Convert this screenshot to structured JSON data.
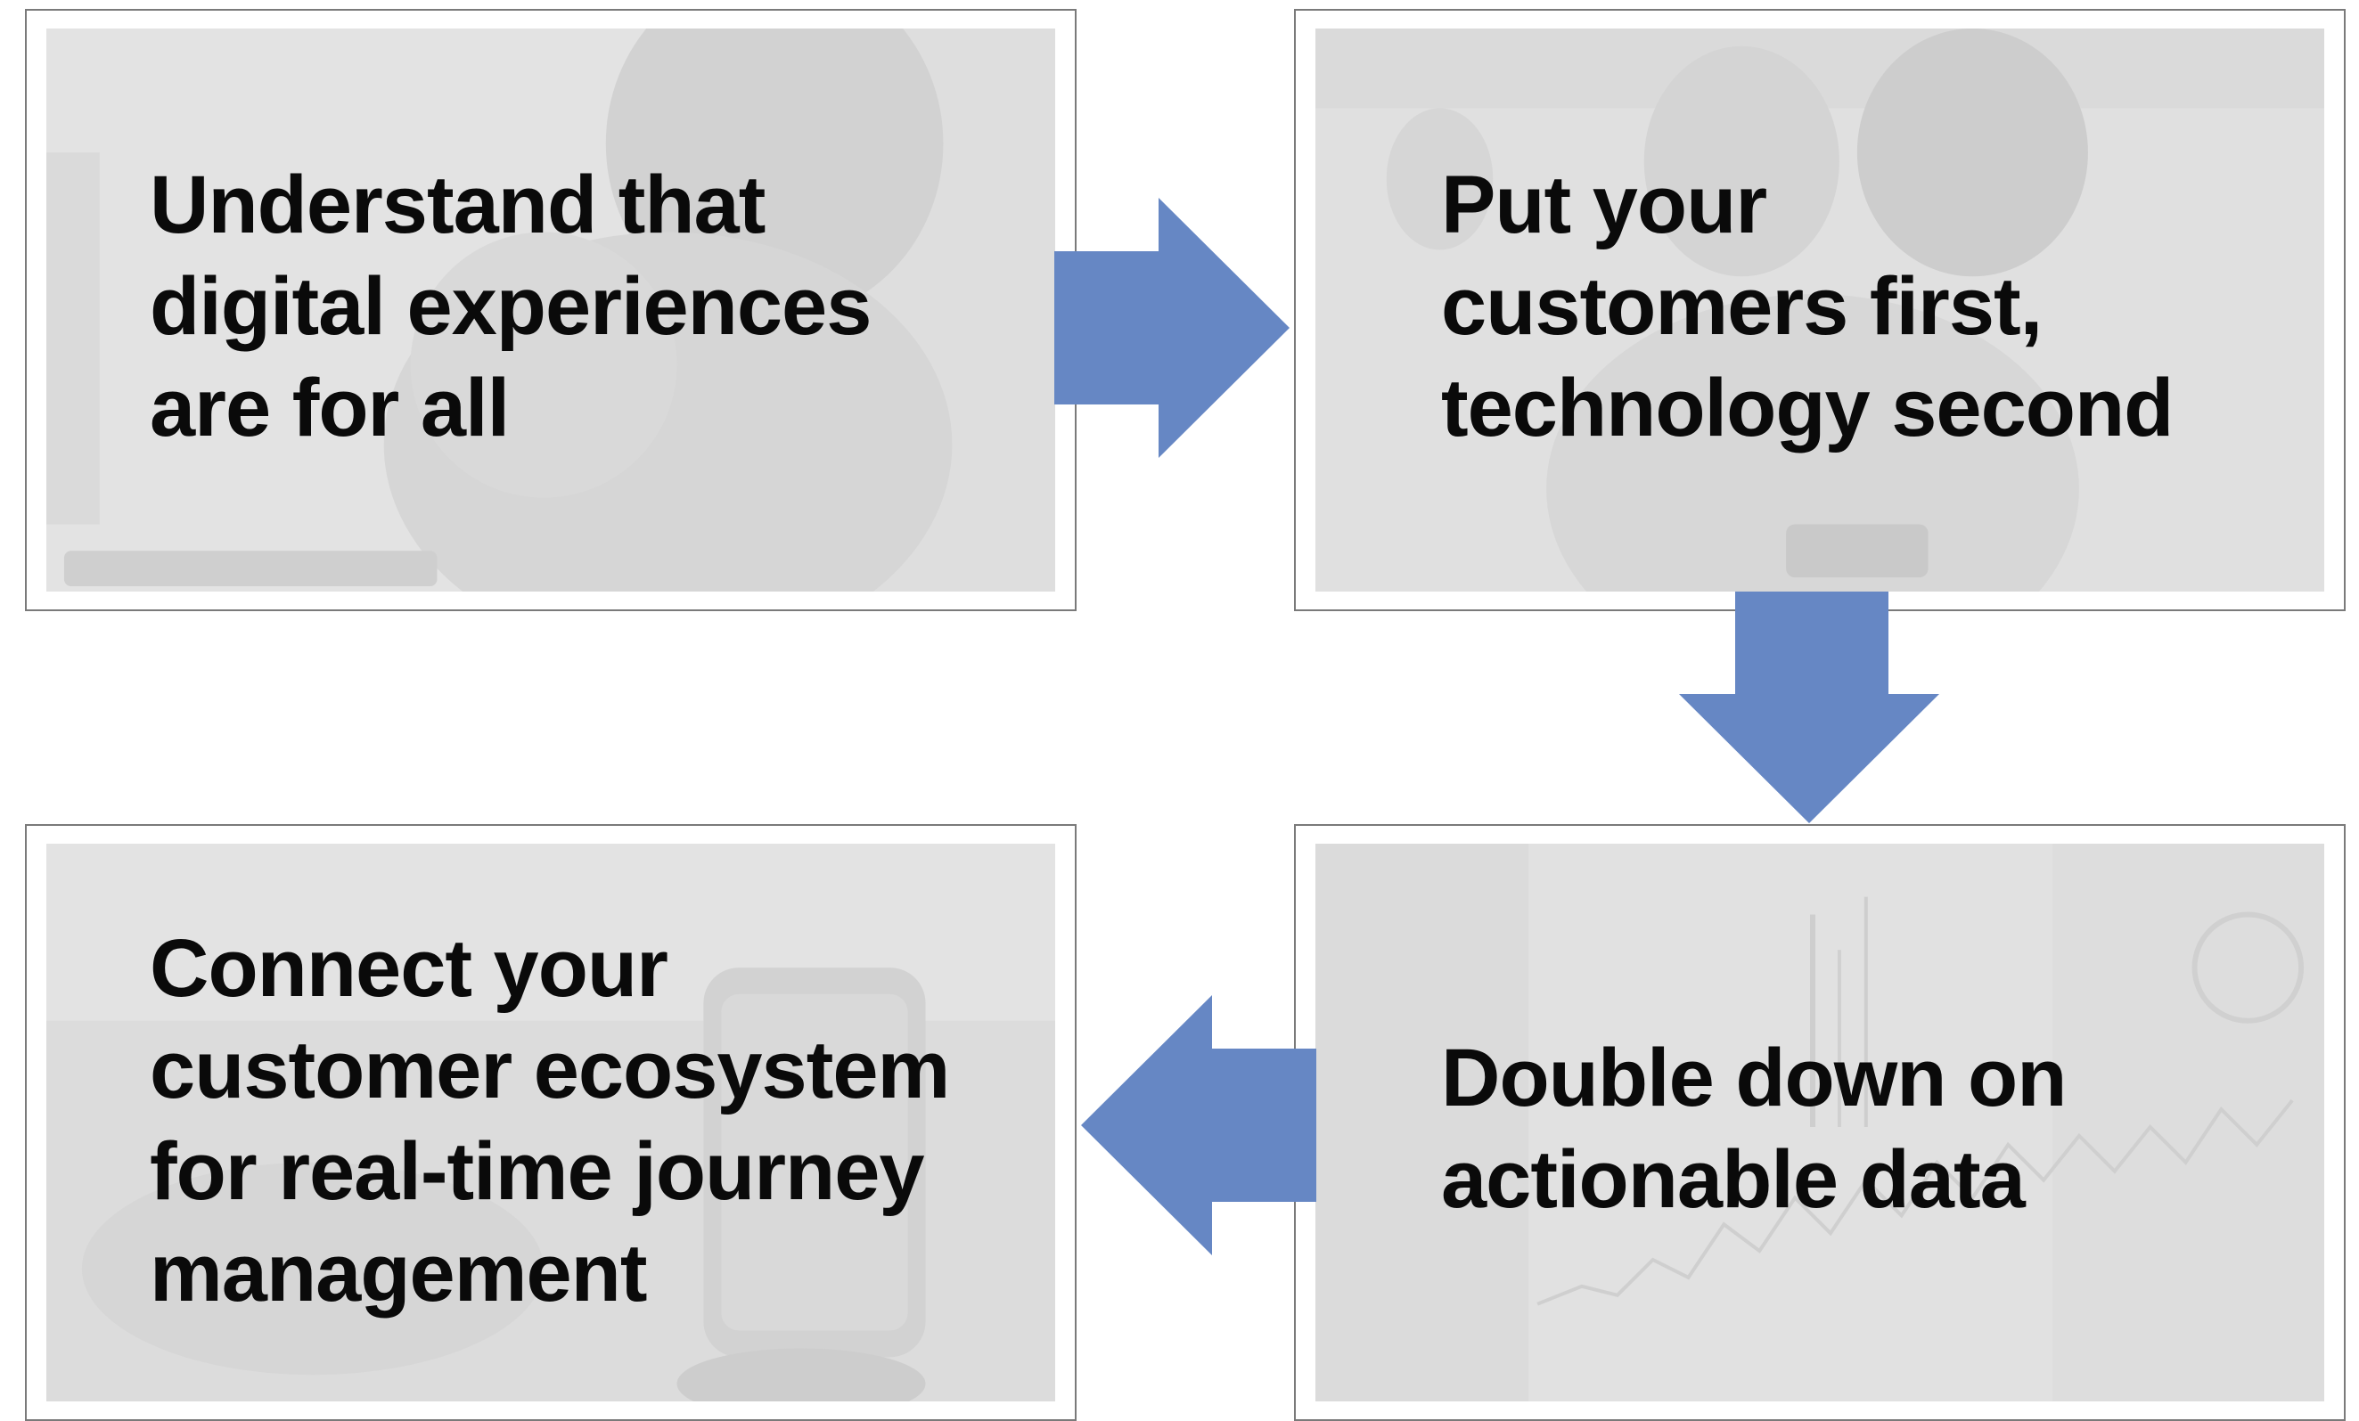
{
  "steps": [
    {
      "label": "Understand that digital experiences are for all"
    },
    {
      "label": "Put your customers first, technology second"
    },
    {
      "label": "Double down on actionable data"
    },
    {
      "label": "Connect your customer ecosystem for real-time journey management"
    }
  ],
  "lines": {
    "step1": [
      "Understand that",
      "digital experiences",
      "are for all"
    ],
    "step2": [
      "Put your",
      "customers first,",
      "technology second"
    ],
    "step3": [
      "Double down on",
      "actionable data"
    ],
    "step4": [
      "Connect your",
      "customer ecosystem",
      "for real-time journey",
      "management"
    ]
  },
  "photo_overlays": {
    "step1": "grandparent-and-child-tablet-photo",
    "step2": "two-women-shopping-photo",
    "step3": "data-chart-photo",
    "step4": "parcel-delivery-phone-photo"
  },
  "colors": {
    "arrow": "#6687C4",
    "card_border": "#7a7a7a",
    "photo_tint": "#dcdcdc",
    "text": "#0a0a0a"
  },
  "flow": [
    "step1",
    "step2",
    "step3",
    "step4"
  ]
}
